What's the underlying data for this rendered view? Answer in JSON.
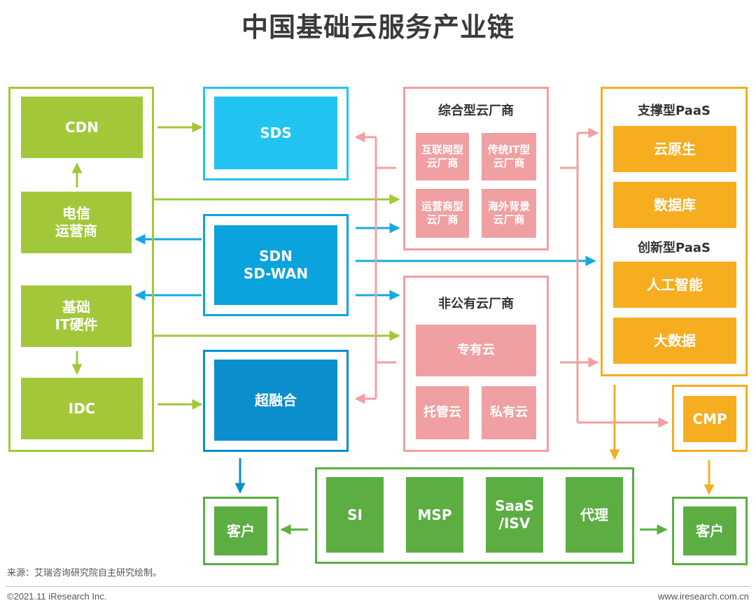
{
  "title": "中国基础云服务产业链",
  "colors": {
    "lime": "#a2c83a",
    "cyan": "#21c4f0",
    "blue": "#0b8ecd",
    "pink": "#f0a0a2",
    "orange": "#f6ad1f",
    "green": "#5cae43"
  },
  "left": {
    "cdn": "CDN",
    "telecom": "电信\n运营商",
    "hardware": "基础\nIT硬件",
    "idc": "IDC"
  },
  "mid": {
    "sds": "SDS",
    "sdn": "SDN\nSD-WAN",
    "hci": "超融合"
  },
  "vendors": {
    "comprehensive": {
      "header": "综合型云厂商",
      "internet": "互联网型\n云厂商",
      "traditional": "传统IT型\n云厂商",
      "operator": "运营商型\n云厂商",
      "overseas": "海外背景\n云厂商"
    },
    "nonpublic": {
      "header": "非公有云厂商",
      "dedicated": "专有云",
      "hosted": "托管云",
      "private": "私有云"
    }
  },
  "paas": {
    "support_header": "支撑型PaaS",
    "cloud_native": "云原生",
    "database": "数据库",
    "innovative_header": "创新型PaaS",
    "ai": "人工智能",
    "bigdata": "大数据"
  },
  "cmp": "CMP",
  "channels": {
    "si": "SI",
    "msp": "MSP",
    "saas": "SaaS\n/ISV",
    "agent": "代理"
  },
  "customers": {
    "left": "客户",
    "right": "客户"
  },
  "footer": {
    "source": "来源：艾瑞咨询研究院自主研究绘制。",
    "copyright": "©2021.11 iResearch Inc.",
    "website": "www.iresearch.com.cn"
  }
}
